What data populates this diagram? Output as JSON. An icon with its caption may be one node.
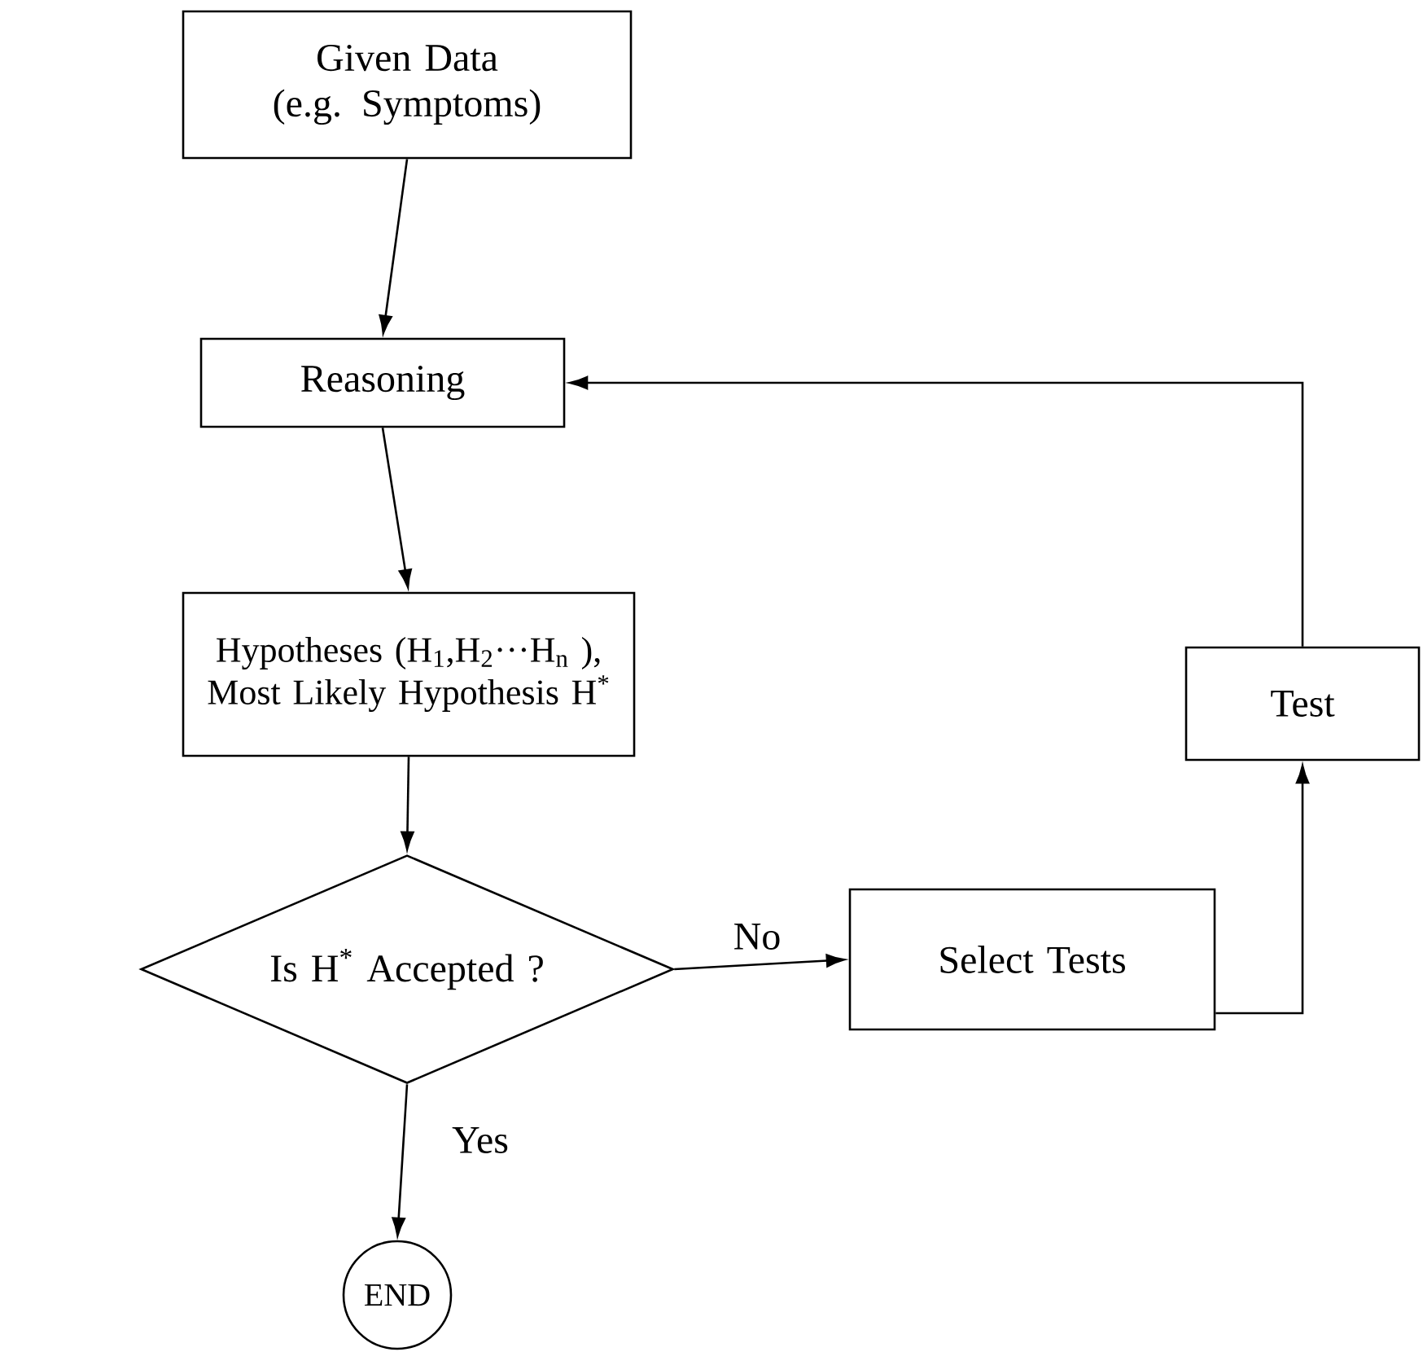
{
  "diagram": {
    "nodes": [
      {
        "text": [
          "Given Data",
          "(e.g. Symptoms)"
        ]
      },
      {
        "text": [
          "Reasoning"
        ]
      },
      {
        "text": [
          "Hypotheses (H$_{1}$,H$_{2}$···H$_{n}$ ), Most Likely Hypothesis H$^{*}$"
        ]
      },
      {
        "text": [
          "Is H$^{*}$ Accepted ?"
        ]
      },
      {
        "text": [
          "Select Tests"
        ]
      },
      {
        "text": [
          "Test"
        ]
      },
      {
        "text": [
          "END"
        ]
      }
    ],
    "edges": [
      {
        "from": 0,
        "to": 1,
        "arrow": "to"
      },
      {
        "from": 1,
        "to": 2,
        "arrow": "to"
      },
      {
        "from": 2,
        "to": 3,
        "arrow": "to"
      },
      {
        "from": 3,
        "to": 4,
        "arrow": "to",
        "label": "No"
      },
      {
        "from": 4,
        "to": 5,
        "arrow": "to"
      },
      {
        "from": 5,
        "to": 1,
        "arrow": "to"
      },
      {
        "from": 3,
        "to": 6,
        "arrow": "to",
        "label": "Yes"
      }
    ]
  }
}
